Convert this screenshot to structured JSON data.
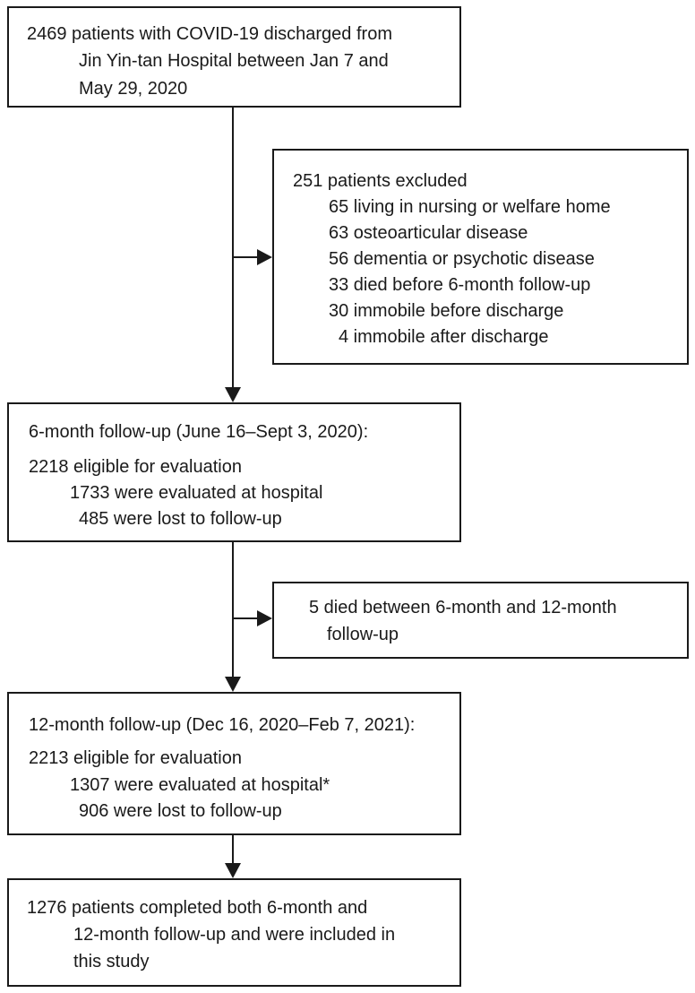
{
  "boxes": {
    "discharged": {
      "lines": [
        "2469 patients with COVID-19 discharged from",
        "Jin Yin-tan Hospital between Jan 7 and",
        "May 29, 2020"
      ]
    },
    "excluded": {
      "title": "251 patients excluded",
      "items": [
        "65 living in nursing or welfare home",
        "63 osteoarticular disease",
        "56 dementia or psychotic disease",
        "33 died before 6-month follow-up",
        "30 immobile before discharge",
        "4 immobile after discharge"
      ]
    },
    "six_month": {
      "title": "6-month follow-up (June 16–Sept 3, 2020):",
      "eligible": "2218 eligible for evaluation",
      "evaluated": "1733 were evaluated at hospital",
      "lost": "485 were lost to follow-up"
    },
    "died_between": {
      "lines": [
        "5 died between 6-month and 12-month",
        "follow-up"
      ]
    },
    "twelve_month": {
      "title": "12-month follow-up (Dec 16, 2020–Feb 7, 2021):",
      "eligible": "2213 eligible for evaluation",
      "evaluated": "1307 were evaluated at hospital*",
      "lost": "906 were lost to follow-up"
    },
    "included": {
      "lines": [
        "1276 patients completed both 6-month and",
        "12-month follow-up and were included in",
        "this study"
      ]
    }
  }
}
